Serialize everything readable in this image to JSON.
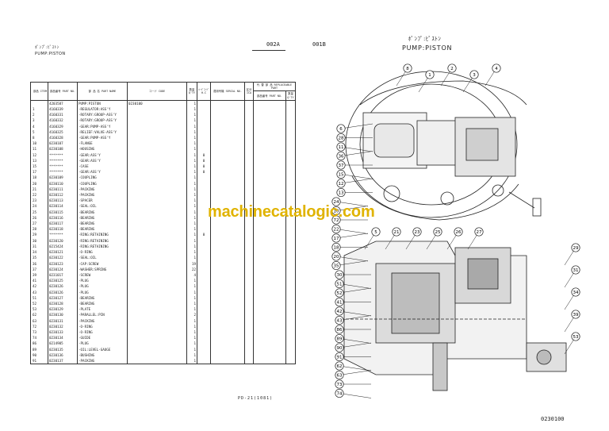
{
  "left_page": {
    "title_jp": "ﾎﾟﾝﾌﾟ:ﾋﾟｽﾄﾝ",
    "title_en": "PUMP:PISTON",
    "page_code": "002A",
    "columns": {
      "no": "部品 ITEM",
      "part_no": "部品番号 PART NO.",
      "name": "部 品 名 PART NAME",
      "code": "コード CODE",
      "qty": "数量 Q'TY",
      "hc": "ﾊｰﾄﾞｺｰﾄﾞ H-C",
      "serial": "適用号機 SERIAL NO.",
      "ic": "区分 ICA",
      "replaceable": "代 替 部 品 REPLACEABLE PART",
      "rep_part": "部品番号 PART NO.",
      "rep_qty": "数量 Q'TY"
    },
    "rows": [
      {
        "no": "",
        "part": "4203587",
        "name": "PUMP:PISTON",
        "code": "0230100",
        "qty": "1",
        "hc": ""
      },
      {
        "no": "1",
        "part": "4160339",
        "name": "·REGULATOR:ASS'Y",
        "code": "",
        "qty": "1",
        "hc": ""
      },
      {
        "no": "2",
        "part": "4160331",
        "name": "·ROTARY:GROUP-ASS'Y",
        "code": "",
        "qty": "1",
        "hc": ""
      },
      {
        "no": "3",
        "part": "4160332",
        "name": "·ROTARY:GROUP-ASS'Y",
        "code": "",
        "qty": "1",
        "hc": ""
      },
      {
        "no": "4",
        "part": "4160329",
        "name": "·GEAR:PUMP-ASS'Y",
        "code": "",
        "qty": "1",
        "hc": ""
      },
      {
        "no": "5",
        "part": "4160325",
        "name": "·RELIEF:VALVE-ASS'Y",
        "code": "",
        "qty": "1",
        "hc": ""
      },
      {
        "no": "8",
        "part": "4160328",
        "name": "·GEAR:PUMP-ASS'Y",
        "code": "",
        "qty": "1",
        "hc": ""
      },
      {
        "no": "10",
        "part": "0230107",
        "name": "·FLANGE",
        "code": "",
        "qty": "1",
        "hc": ""
      },
      {
        "no": "11",
        "part": "0230108",
        "name": "·HOUSING",
        "code": "",
        "qty": "1",
        "hc": ""
      },
      {
        "no": "12",
        "part": "*******",
        "name": "·GEAR:ASS'Y",
        "code": "",
        "qty": "1",
        "hc": "0"
      },
      {
        "no": "13",
        "part": "*******",
        "name": "·GEAR:ASS'Y",
        "code": "",
        "qty": "1",
        "hc": "0"
      },
      {
        "no": "15",
        "part": "*******",
        "name": "·CASE",
        "code": "",
        "qty": "1",
        "hc": "0"
      },
      {
        "no": "17",
        "part": "*******",
        "name": "·GEAR:ASS'Y",
        "code": "",
        "qty": "1",
        "hc": "0"
      },
      {
        "no": "18",
        "part": "0230109",
        "name": "·COUPLING",
        "code": "",
        "qty": "1",
        "hc": ""
      },
      {
        "no": "20",
        "part": "0230110",
        "name": "·COUPLING",
        "code": "",
        "qty": "1",
        "hc": ""
      },
      {
        "no": "21",
        "part": "0230111",
        "name": "·PACKING",
        "code": "",
        "qty": "1",
        "hc": ""
      },
      {
        "no": "22",
        "part": "0230112",
        "name": "·PACKING",
        "code": "",
        "qty": "1",
        "hc": ""
      },
      {
        "no": "23",
        "part": "0230113",
        "name": "·SPACER",
        "code": "",
        "qty": "1",
        "hc": ""
      },
      {
        "no": "24",
        "part": "0230114",
        "name": "·SEAL:OIL",
        "code": "",
        "qty": "1",
        "hc": ""
      },
      {
        "no": "25",
        "part": "0230115",
        "name": "·BEARING",
        "code": "",
        "qty": "1",
        "hc": ""
      },
      {
        "no": "26",
        "part": "0230116",
        "name": "·BEARING",
        "code": "",
        "qty": "1",
        "hc": ""
      },
      {
        "no": "27",
        "part": "0230117",
        "name": "·BEARING",
        "code": "",
        "qty": "1",
        "hc": ""
      },
      {
        "no": "28",
        "part": "0230118",
        "name": "·BEARING",
        "code": "",
        "qty": "1",
        "hc": ""
      },
      {
        "no": "29",
        "part": "*******",
        "name": "·RING:RETAINING",
        "code": "",
        "qty": "1",
        "hc": "0"
      },
      {
        "no": "30",
        "part": "0230120",
        "name": "·RING:RETAINING",
        "code": "",
        "qty": "1",
        "hc": ""
      },
      {
        "no": "31",
        "part": "0215424",
        "name": "·RING:RETAINING",
        "code": "",
        "qty": "1",
        "hc": ""
      },
      {
        "no": "34",
        "part": "0230121",
        "name": "·O-RING",
        "code": "",
        "qty": "1",
        "hc": ""
      },
      {
        "no": "35",
        "part": "0230122",
        "name": "·SEAL:OIL",
        "code": "",
        "qty": "1",
        "hc": ""
      },
      {
        "no": "36",
        "part": "0230123",
        "name": "·CAP:SCREW",
        "code": "",
        "qty": "19",
        "hc": ""
      },
      {
        "no": "37",
        "part": "0230124",
        "name": "·WASHER:SPRING",
        "code": "",
        "qty": "22",
        "hc": ""
      },
      {
        "no": "39",
        "part": "0231017",
        "name": "·SCREW",
        "code": "",
        "qty": "4",
        "hc": ""
      },
      {
        "no": "41",
        "part": "0230125",
        "name": "·PLUG",
        "code": "",
        "qty": "1",
        "hc": ""
      },
      {
        "no": "42",
        "part": "0230126",
        "name": "·PLUG",
        "code": "",
        "qty": "1",
        "hc": ""
      },
      {
        "no": "43",
        "part": "0230126",
        "name": "·PLUG",
        "code": "",
        "qty": "1",
        "hc": ""
      },
      {
        "no": "51",
        "part": "0230127",
        "name": "·BEARING",
        "code": "",
        "qty": "1",
        "hc": ""
      },
      {
        "no": "52",
        "part": "0230128",
        "name": "·BEARING",
        "code": "",
        "qty": "1",
        "hc": ""
      },
      {
        "no": "53",
        "part": "0230129",
        "name": "·PLATE",
        "code": "",
        "qty": "1",
        "hc": ""
      },
      {
        "no": "62",
        "part": "0230130",
        "name": "·PARALLEL:PIN",
        "code": "",
        "qty": "2",
        "hc": ""
      },
      {
        "no": "63",
        "part": "0230131",
        "name": "·PACKING",
        "code": "",
        "qty": "1",
        "hc": ""
      },
      {
        "no": "72",
        "part": "0230132",
        "name": "·O-RING",
        "code": "",
        "qty": "1",
        "hc": ""
      },
      {
        "no": "73",
        "part": "0230133",
        "name": "·O-RING",
        "code": "",
        "qty": "1",
        "hc": ""
      },
      {
        "no": "74",
        "part": "0230134",
        "name": "·GUIDE",
        "code": "",
        "qty": "1",
        "hc": ""
      },
      {
        "no": "86",
        "part": "0214905",
        "name": "·PLUG",
        "code": "",
        "qty": "1",
        "hc": ""
      },
      {
        "no": "89",
        "part": "0230135",
        "name": "·OIL:LEVEL-GAUGE",
        "code": "",
        "qty": "1",
        "hc": ""
      },
      {
        "no": "90",
        "part": "0230136",
        "name": "·BUSHING",
        "code": "",
        "qty": "1",
        "hc": ""
      },
      {
        "no": "91",
        "part": "0230137",
        "name": "·PACKING",
        "code": "",
        "qty": "1",
        "hc": ""
      }
    ],
    "footer": "PD-21(1081)"
  },
  "right_page": {
    "page_code": "001B",
    "title_jp": "ﾎﾟﾝﾌﾟ:ﾋﾟｽﾄﾝ",
    "title_en": "PUMP:PISTON",
    "doc_number": "0230100",
    "callouts_left": [
      "6",
      "28",
      "11",
      "36",
      "37",
      "15",
      "12",
      "13",
      "24",
      "10",
      "72",
      "22",
      "17",
      "18",
      "20",
      "35",
      "30",
      "51",
      "52",
      "41",
      "42",
      "43",
      "86",
      "89",
      "90",
      "91",
      "62",
      "63",
      "73",
      "74"
    ],
    "callouts_right": [
      "8",
      "1",
      "2",
      "3",
      "4",
      "5",
      "21",
      "23",
      "25",
      "26",
      "27",
      "29",
      "31",
      "34",
      "39",
      "53"
    ]
  },
  "watermark": "machinecatalogic.com",
  "colors": {
    "ink": "#222222",
    "paper": "#ffffff",
    "watermark": "#e0b300"
  }
}
